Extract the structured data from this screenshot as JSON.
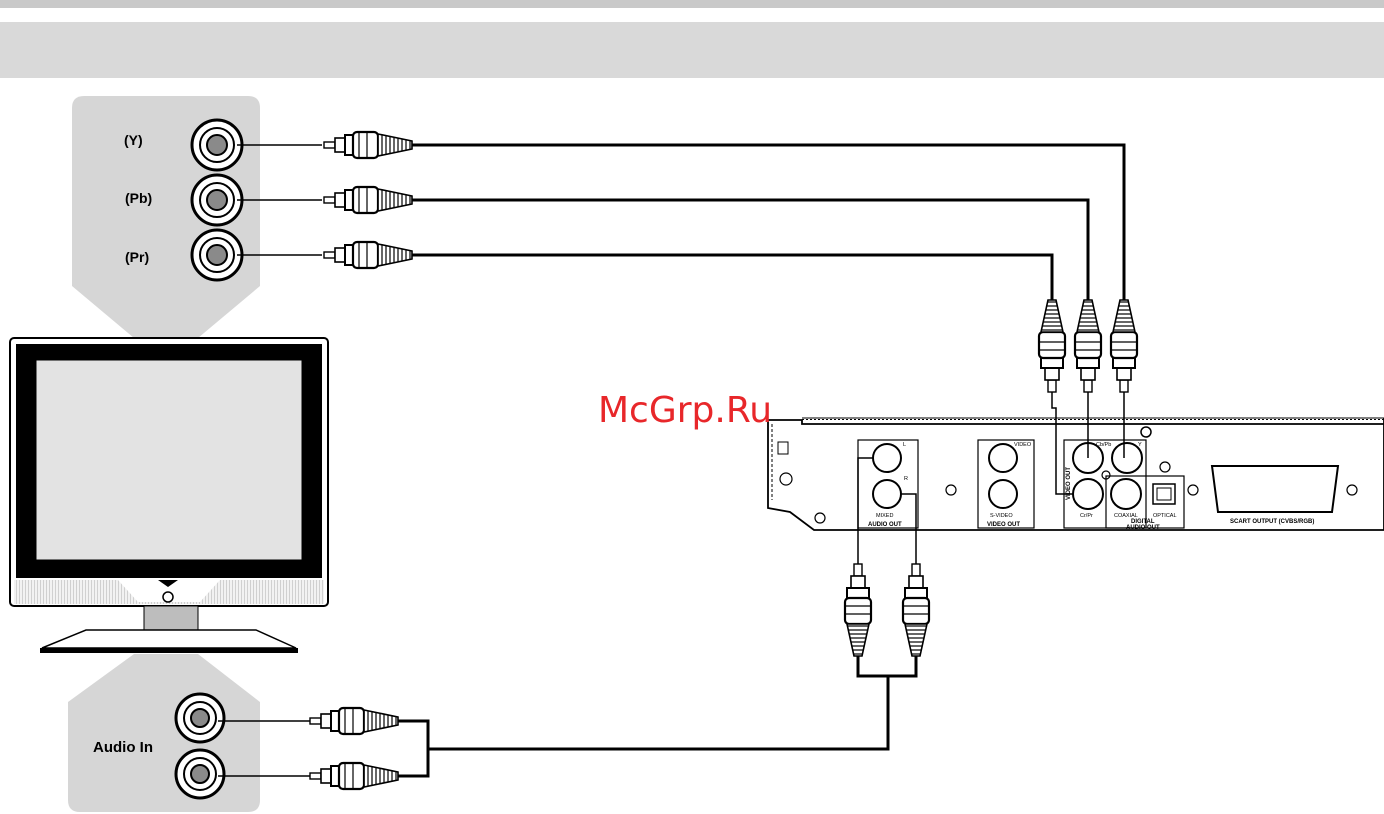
{
  "tv_inputs": {
    "y_label": "(Y)",
    "pb_label": "(Pb)",
    "pr_label": "(Pr)",
    "audio_label": "Audio In"
  },
  "player_panel": {
    "audio_l": "L",
    "audio_r": "R",
    "audio_mixed": "MIXED",
    "audio_out": "AUDIO OUT",
    "video_label": "VIDEO",
    "svideo_label": "S-VIDEO",
    "video_out": "VIDEO OUT",
    "component_top": "Cb/Pb",
    "component_y": "Y",
    "component_pr": "Cr/Pr",
    "component_vertical": "VIDEO OUT",
    "coaxial": "COAXIAL",
    "optical": "OPTICAL",
    "digital_out_1": "DIGITAL",
    "digital_out_2": "AUDIO OUT",
    "scart": "SCART OUTPUT (CVBS/RGB)"
  },
  "watermark": "McGrp.Ru",
  "colors": {
    "band": "#d9d9d9",
    "panel": "#d6d6d6",
    "watermark": "#e8272a"
  }
}
